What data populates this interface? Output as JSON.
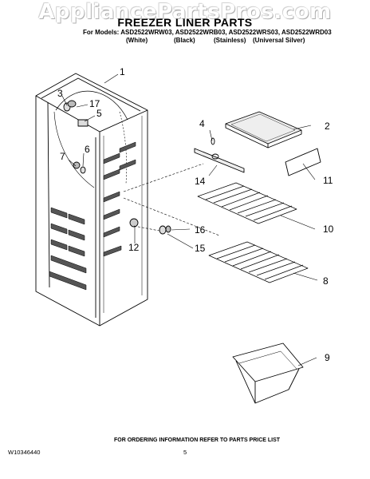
{
  "watermark": "AppliancePartsPros.com",
  "header": {
    "title": "FREEZER LINER PARTS",
    "models_line": "For Models: ASD2522WRW03, ASD2522WRB03, ASD2522WRS03, ASD2522WRD03",
    "variants": [
      "(White)",
      "(Black)",
      "(Stainless)",
      "(Universal Silver)"
    ]
  },
  "callouts": [
    "1",
    "2",
    "3",
    "4",
    "5",
    "6",
    "7",
    "8",
    "9",
    "10",
    "11",
    "12",
    "14",
    "15",
    "16",
    "17"
  ],
  "footer": {
    "note": "FOR ORDERING INFORMATION REFER TO PARTS PRICE LIST",
    "doc_number": "W10346440",
    "page_number": "5"
  }
}
